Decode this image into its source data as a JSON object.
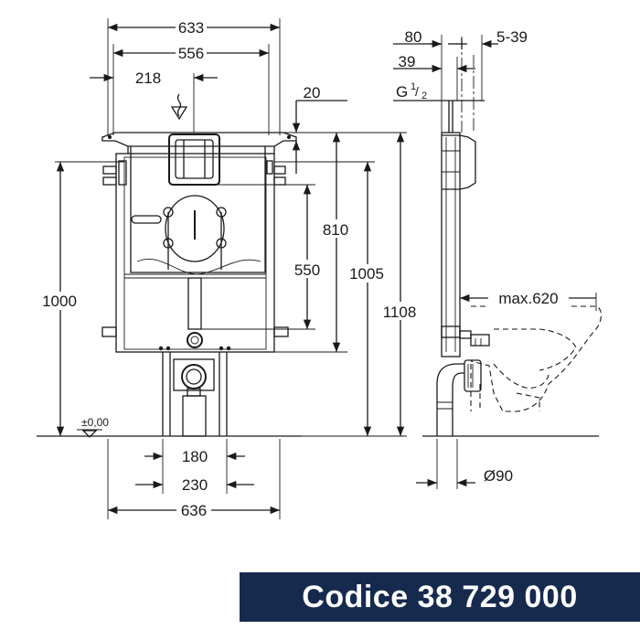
{
  "dimensions": {
    "d633": "633",
    "d556": "556",
    "d218": "218",
    "d20": "20",
    "d810": "810",
    "d550": "550",
    "d1005": "1005",
    "d1108": "1108",
    "d1000": "1000",
    "d000": "±0,00",
    "d180": "180",
    "d230": "230",
    "d636": "636",
    "d80": "80",
    "d539": "5-39",
    "d39": "39",
    "thread_main": "G",
    "thread_num": "1",
    "thread_den": "2",
    "max620": "max.620",
    "dia90": "Ø90"
  },
  "footer": {
    "code": "Codice 38 729 000"
  },
  "colors": {
    "footer_bg": "#162a4e",
    "line": "#1a1a1a"
  }
}
